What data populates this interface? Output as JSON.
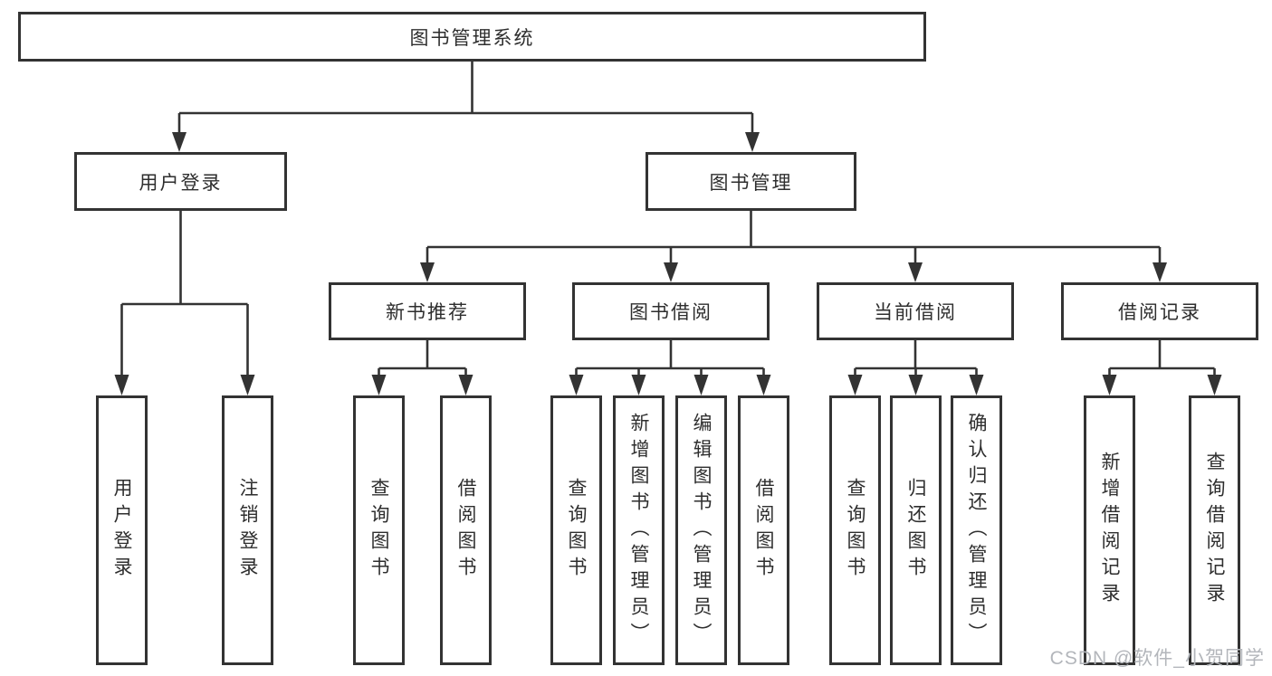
{
  "tree": {
    "root": "图书管理系统",
    "branches": [
      {
        "label": "用户登录",
        "children": [
          "用户登录",
          "注销登录"
        ]
      },
      {
        "label": "图书管理",
        "groups": [
          {
            "label": "新书推荐",
            "children": [
              "查询图书",
              "借阅图书"
            ]
          },
          {
            "label": "图书借阅",
            "children": [
              "查询图书",
              "新增图书（管理员）",
              "编辑图书（管理员）",
              "借阅图书"
            ]
          },
          {
            "label": "当前借阅",
            "children": [
              "查询图书",
              "归还图书",
              "确认归还（管理员）"
            ]
          },
          {
            "label": "借阅记录",
            "children": [
              "新增借阅记录",
              "查询借阅记录"
            ]
          }
        ]
      }
    ]
  },
  "watermark": {
    "text": "CSDN @软件_小贺同学"
  },
  "colors": {
    "line": "#333333",
    "box_border": "#333333",
    "box_fill": "#ffffff",
    "text": "#2e2e2e",
    "watermark": "#b3b6bb"
  }
}
